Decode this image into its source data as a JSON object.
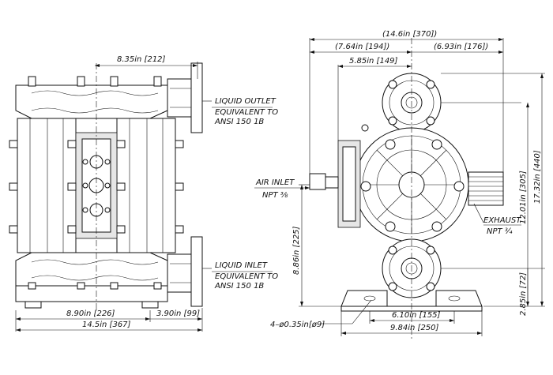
{
  "labels": {
    "liquid_outlet_line1": "LIQUID OUTLET",
    "liquid_outlet_line2": "EQUIVALENT TO",
    "liquid_outlet_line3": "ANSI 150 1B",
    "liquid_inlet_line1": "LIQUID INLET",
    "liquid_inlet_line2": "EQUIVALENT TO",
    "liquid_inlet_line3": "ANSI 150 1B",
    "air_inlet_line1": "AIR INLET",
    "air_inlet_line2": "NPT ⅜",
    "exhaust_line1": "EXHAUST",
    "exhaust_line2": "NPT ¾",
    "bolt_holes": "4–ø0.35in[ø9]"
  },
  "dimensions": {
    "front_top_width": "8.35in [212]",
    "front_center_to_inlet": "8.90in [226]",
    "front_flange_offset": "3.90in [99]",
    "front_overall_width": "14.5in [367]",
    "side_overall_width": "(14.6in [370])",
    "side_left_width": "(7.64in [194])",
    "side_right_width": "(6.93in [176])",
    "side_outlet_offset": "5.85in [149]",
    "side_base_inner": "6.10in [155]",
    "side_base_outer": "9.84in [250]",
    "air_inlet_height": "8.86in [225]",
    "outlet_height": "12.01in [305]",
    "overall_height": "17.32in [440]",
    "inlet_height": "2.85in [72]"
  }
}
